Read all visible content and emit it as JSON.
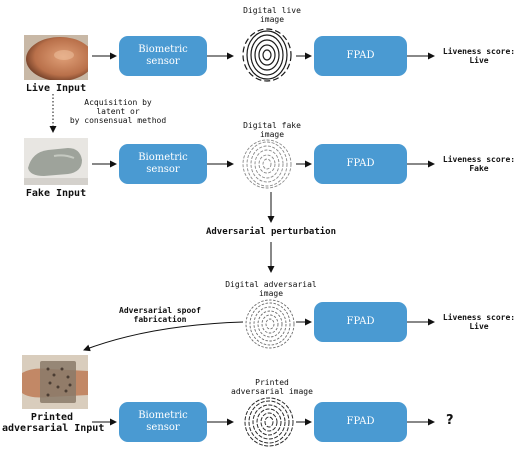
{
  "nodes": {
    "live_input": "Live Input",
    "fake_input": "Fake Input",
    "printed_input_line1": "Printed",
    "printed_input_line2": "adversarial Input",
    "sensor_line1": "Biometric",
    "sensor_line2": "sensor",
    "fpad": "FPAD",
    "digital_live_line1": "Digital live",
    "digital_live_line2": "image",
    "digital_fake_line1": "Digital fake",
    "digital_fake_line2": "image",
    "digital_adv_line1": "Digital adversarial",
    "digital_adv_line2": "image",
    "printed_adv_line1": "Printed",
    "printed_adv_line2": "adversarial image",
    "score_live1_line1": "Liveness score:",
    "score_live1_line2": "Live",
    "score_fake_line1": "Liveness score:",
    "score_fake_line2": "Fake",
    "score_live2_line1": "Liveness score:",
    "score_live2_line2": "Live",
    "unknown": "?"
  },
  "edges": {
    "acquisition_line1": "Acquisition by",
    "acquisition_line2": "latent or",
    "acquisition_line3": "by consensual method",
    "adversarial_perturbation": "Adversarial perturbation",
    "spoof_fabrication_line1": "Adversarial spoof",
    "spoof_fabrication_line2": "fabrication"
  },
  "colors": {
    "box": "#4a9ad2",
    "box_text": "#ffffff",
    "arrow": "#111111"
  }
}
